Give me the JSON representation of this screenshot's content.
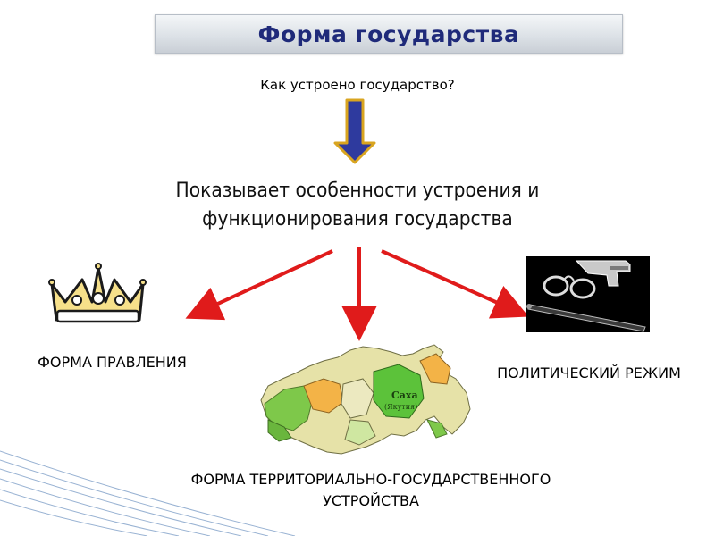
{
  "slide": {
    "title": "Форма государства",
    "question": "Как устроено государство?",
    "explanation_lines": [
      "Показывает особенности устроения и",
      "функционирования государства"
    ]
  },
  "branches": {
    "government": "ФОРМА ПРАВЛЕНИЯ",
    "regime": "ПОЛИТИЧЕСКИЙ РЕЖИМ",
    "territory_lines": [
      "ФОРМА ТЕРРИТОРИАЛЬНО-ГОСУДАРСТВЕННОГО",
      "УСТРОЙСТВА"
    ]
  },
  "images": {
    "crown": "crown-icon",
    "regime": "handcuffs-pistol-icon",
    "map": "russia-map-image",
    "map_labels": [
      "Саха",
      "(Якутия)"
    ]
  },
  "colors": {
    "title_text": "#1f2a7a",
    "down_arrow_fill": "#2e3a9e",
    "down_arrow_border": "#d9a520",
    "branch_arrows": "#e01b1b"
  }
}
